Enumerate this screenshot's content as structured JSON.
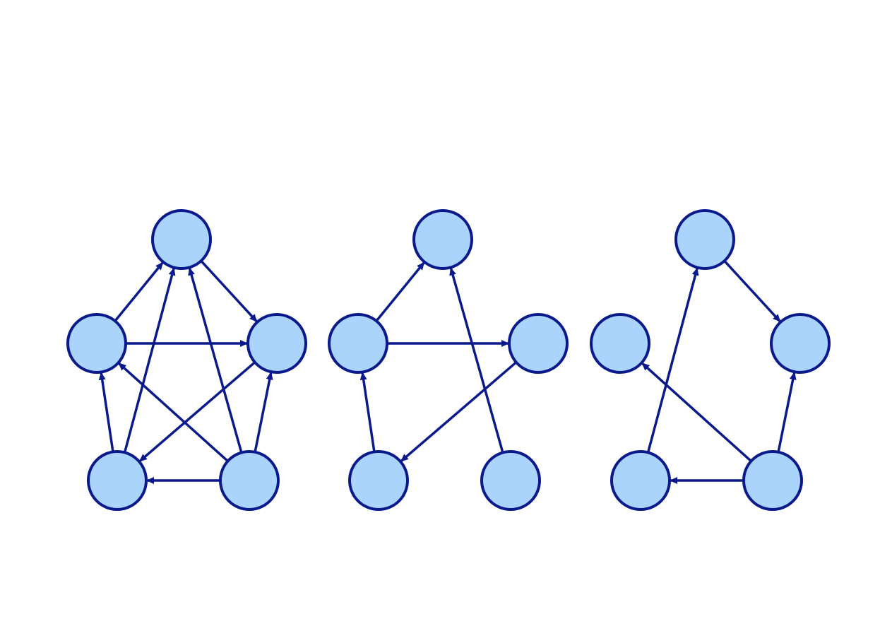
{
  "colors": {
    "node_fill": "#aad4fc",
    "node_stroke": "#0a1a8c",
    "edge": "#0a1a8c",
    "background": "#ffffff"
  },
  "graphs": [
    {
      "id": "graph-1",
      "nodes": [
        "top",
        "left",
        "right",
        "bottom-left",
        "bottom-right"
      ],
      "edges": [
        {
          "from": "left",
          "to": "top"
        },
        {
          "from": "top",
          "to": "right"
        },
        {
          "from": "left",
          "to": "right"
        },
        {
          "from": "bottom-left",
          "to": "left"
        },
        {
          "from": "bottom-left",
          "to": "top"
        },
        {
          "from": "bottom-right",
          "to": "top"
        },
        {
          "from": "bottom-right",
          "to": "left"
        },
        {
          "from": "right",
          "to": "bottom-left"
        },
        {
          "from": "bottom-right",
          "to": "right"
        },
        {
          "from": "bottom-right",
          "to": "bottom-left"
        }
      ]
    },
    {
      "id": "graph-2",
      "nodes": [
        "top",
        "left",
        "right",
        "bottom-left",
        "bottom-right"
      ],
      "edges": [
        {
          "from": "left",
          "to": "top"
        },
        {
          "from": "left",
          "to": "right"
        },
        {
          "from": "bottom-left",
          "to": "left"
        },
        {
          "from": "right",
          "to": "bottom-left"
        },
        {
          "from": "bottom-right",
          "to": "top"
        }
      ]
    },
    {
      "id": "graph-3",
      "nodes": [
        "top",
        "left",
        "right",
        "bottom-left",
        "bottom-right"
      ],
      "edges": [
        {
          "from": "top",
          "to": "right"
        },
        {
          "from": "bottom-left",
          "to": "top"
        },
        {
          "from": "bottom-right",
          "to": "left"
        },
        {
          "from": "bottom-right",
          "to": "right"
        },
        {
          "from": "bottom-right",
          "to": "bottom-left"
        }
      ]
    }
  ]
}
